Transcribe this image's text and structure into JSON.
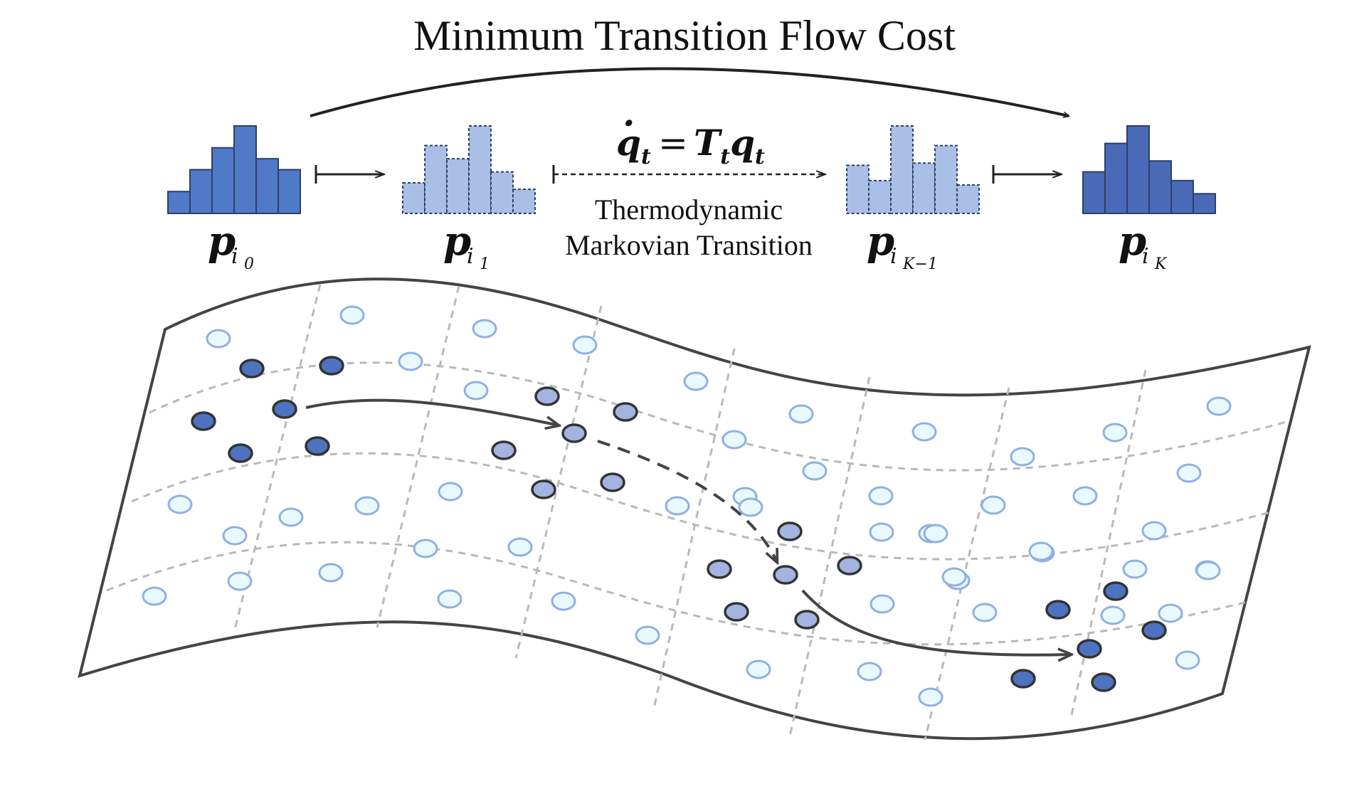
{
  "title": "Minimum Transition Flow Cost",
  "equation": {
    "lhs": "q",
    "lhs_dot": "·",
    "lhs_sub": "t",
    "op": "=",
    "rhs_T": "T",
    "rhs_T_sub": "t",
    "rhs_q": "q",
    "rhs_q_sub": "t"
  },
  "transition_label": {
    "line1": "Thermodynamic",
    "line2": "Markovian Transition"
  },
  "distributions": [
    {
      "symbol": "p",
      "sub_base": "i",
      "sub_index": "0",
      "bars": [
        1,
        2,
        3,
        4,
        2.5,
        2
      ],
      "style": "solid"
    },
    {
      "symbol": "p",
      "sub_base": "i",
      "sub_index": "1",
      "bars": [
        1.4,
        3.1,
        2.5,
        4,
        1.9,
        1.1
      ],
      "style": "dashed"
    },
    {
      "symbol": "p",
      "sub_base": "i",
      "sub_index": "K−1",
      "bars": [
        2.2,
        1.5,
        4,
        2.3,
        3.1,
        1.3
      ],
      "style": "dashed"
    },
    {
      "symbol": "p",
      "sub_base": "i",
      "sub_index": "K",
      "bars": [
        1.9,
        3.2,
        4,
        2.4,
        1.5,
        0.9
      ],
      "style": "solid-dark"
    }
  ],
  "colors": {
    "solid_bar": "#5079c8",
    "solid_dark_bar": "#4a6ab8",
    "light_bar": "#a9bfe6",
    "edge": "#2d3f66",
    "dot_dark": "#4d72c0",
    "dot_mid": "#a2b4df",
    "dot_light_fill": "#e8fafd",
    "dot_light_stroke": "#8fb0e4",
    "grid": "#b9b9b9",
    "surface_edge": "#444444",
    "arrow": "#444444"
  }
}
